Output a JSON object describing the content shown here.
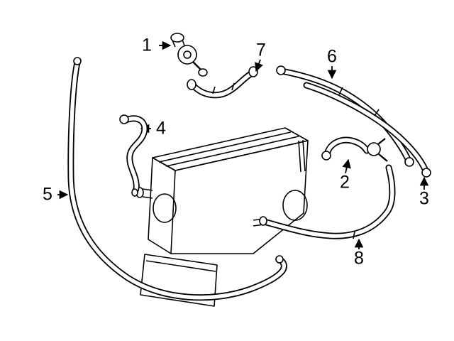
{
  "page": {
    "background": "#ffffff",
    "line_color": "#000000"
  },
  "diagram": {
    "type": "parts-line-diagram",
    "callouts": [
      {
        "label": "1"
      },
      {
        "label": "2"
      },
      {
        "label": "3"
      },
      {
        "label": "4"
      },
      {
        "label": "5"
      },
      {
        "label": "6"
      },
      {
        "label": "7"
      },
      {
        "label": "8"
      }
    ]
  }
}
